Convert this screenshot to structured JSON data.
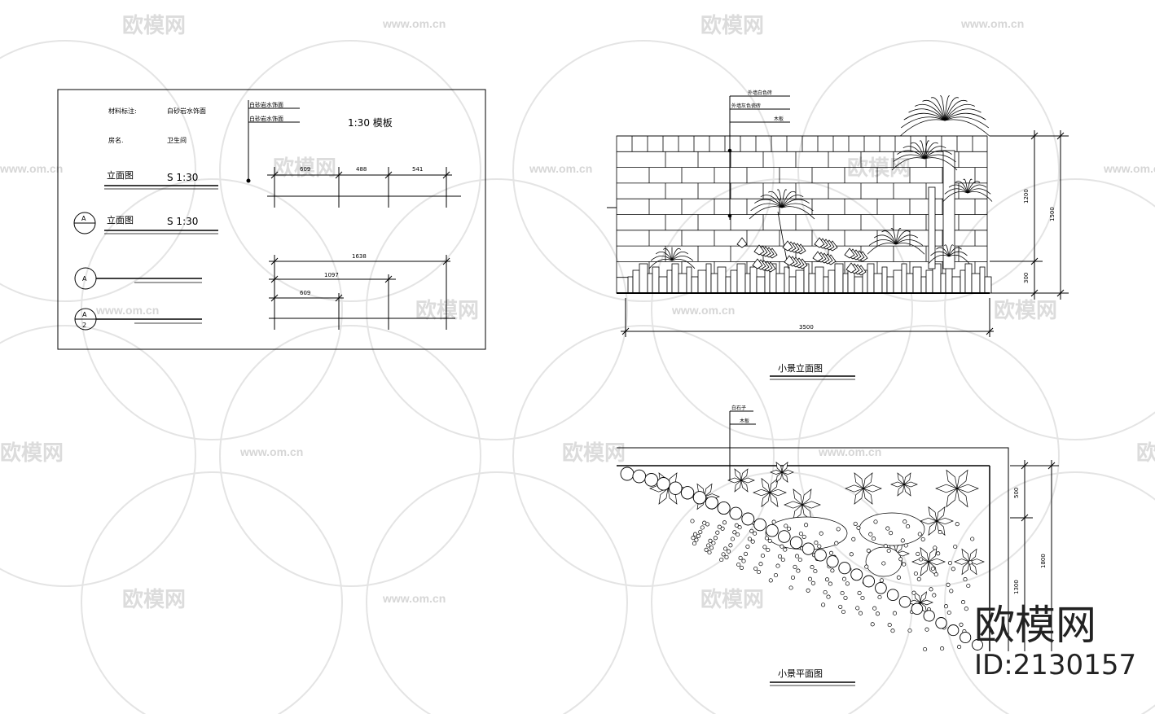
{
  "watermark": {
    "site_cn": "欧模网",
    "site_url": "www.om.cn",
    "brand": "欧模网",
    "id_label": "ID:2130157",
    "color": "#d6d6d6"
  },
  "legend_box": {
    "material_label": "材料标注:",
    "material_value": "白砂岩水饰面",
    "room_label": "房名.",
    "room_value": "卫生间",
    "callout_line1": "白砂岩水饰面",
    "callout_line2": "白砂岩水饰面",
    "scale_title": "1:30  模板",
    "elev_label_1": "立面图",
    "elev_scale_1": "S 1:30",
    "elev_label_2": "立面图",
    "elev_scale_2": "S 1:30",
    "sym_a": "A",
    "sym_a2_top": "A",
    "sym_a2_bottom": "2",
    "dim_top": [
      "609",
      "488",
      "541"
    ],
    "dim_bottom": [
      "1638",
      "1097",
      "609"
    ]
  },
  "elevation": {
    "callouts": [
      "外墙白色砖",
      "外墙灰色瓷砖",
      "木板"
    ],
    "dim_width": "3500",
    "dim_heights": [
      "1200",
      "300",
      "1500"
    ],
    "caption": "小景立面图"
  },
  "plan": {
    "callouts": [
      "白石子",
      "木板"
    ],
    "dim_heights": [
      "500",
      "1300",
      "1800"
    ],
    "caption": "小景平面图"
  }
}
